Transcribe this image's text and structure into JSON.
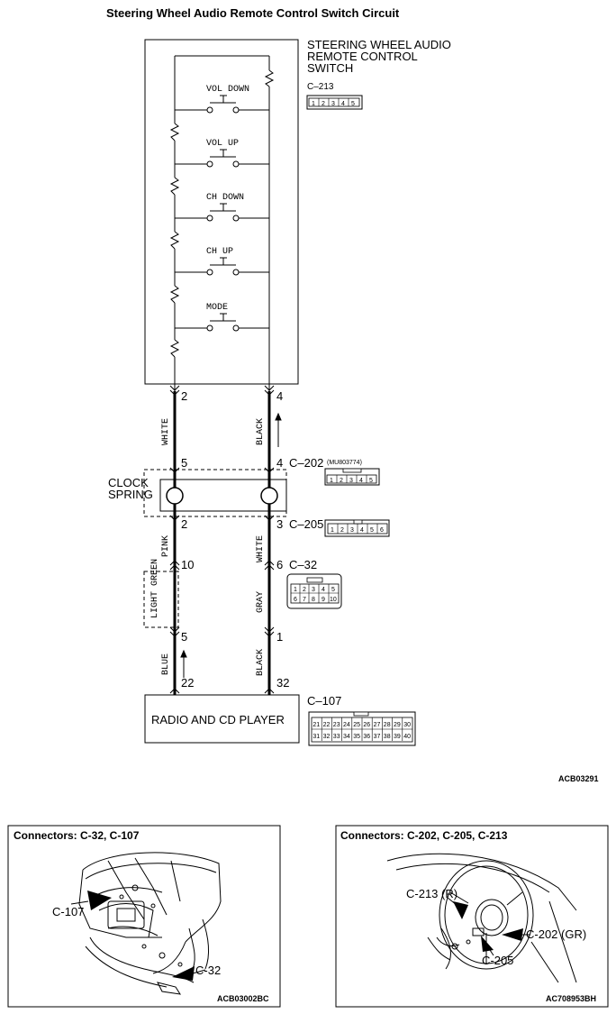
{
  "title": "Steering Wheel Audio Remote Control Switch Circuit",
  "switch_label": [
    "STEERING WHEEL AUDIO",
    "REMOTE CONTROL",
    "SWITCH"
  ],
  "c213": {
    "id": "C–213",
    "pins": [
      "1",
      "2",
      "3",
      "4",
      "5"
    ]
  },
  "buttons": [
    "VOL DOWN",
    "VOL UP",
    "CH DOWN",
    "CH UP",
    "MODE"
  ],
  "wires": {
    "left_top_pin": "2",
    "right_top_pin": "4",
    "left_top_color": "WHITE",
    "right_top_color": "BLACK",
    "left_c202_pin": "5",
    "right_c202_pin": "4",
    "left_c205_pin": "2",
    "right_c205_pin": "3",
    "left_mid_color": "PINK",
    "right_mid_color": "WHITE",
    "left_c32_pin": "10",
    "right_c32_pin": "6",
    "left_lower_color": "LIGHT GREEN",
    "right_lower_color": "GRAY",
    "left_lower_pin": "5",
    "right_lower_pin": "1",
    "left_bottom_color": "BLUE",
    "right_bottom_color": "BLACK",
    "left_bottom_pin": "22",
    "right_bottom_pin": "32"
  },
  "c202": {
    "id": "C–202",
    "part": "(MU803774)",
    "pins": [
      "1",
      "2",
      "3",
      "4",
      "5"
    ]
  },
  "c205": {
    "id": "C–205",
    "pins": [
      "1",
      "2",
      "3",
      "4",
      "5",
      "6"
    ]
  },
  "c32": {
    "id": "C–32",
    "row1": [
      "1",
      "2",
      "3",
      "4",
      "5"
    ],
    "row2": [
      "6",
      "7",
      "8",
      "9",
      "10"
    ]
  },
  "clock_spring": [
    "CLOCK",
    "SPRING"
  ],
  "radio": "RADIO AND CD PLAYER",
  "c107": {
    "id": "C–107",
    "row1": [
      "21",
      "22",
      "23",
      "24",
      "25",
      "26",
      "27",
      "28",
      "29",
      "30"
    ],
    "row2": [
      "31",
      "32",
      "33",
      "34",
      "35",
      "36",
      "37",
      "38",
      "39",
      "40"
    ]
  },
  "ref_code": "ACB03291",
  "panel_left": {
    "title": "Connectors: C-32, C-107",
    "callouts": [
      "C-107",
      "C-32"
    ],
    "code": "ACB03002BC"
  },
  "panel_right": {
    "title": "Connectors: C-202, C-205, C-213",
    "callouts": [
      "C-213 (R)",
      "C-202 (GR)",
      "C-205"
    ],
    "code": "AC708953BH"
  }
}
